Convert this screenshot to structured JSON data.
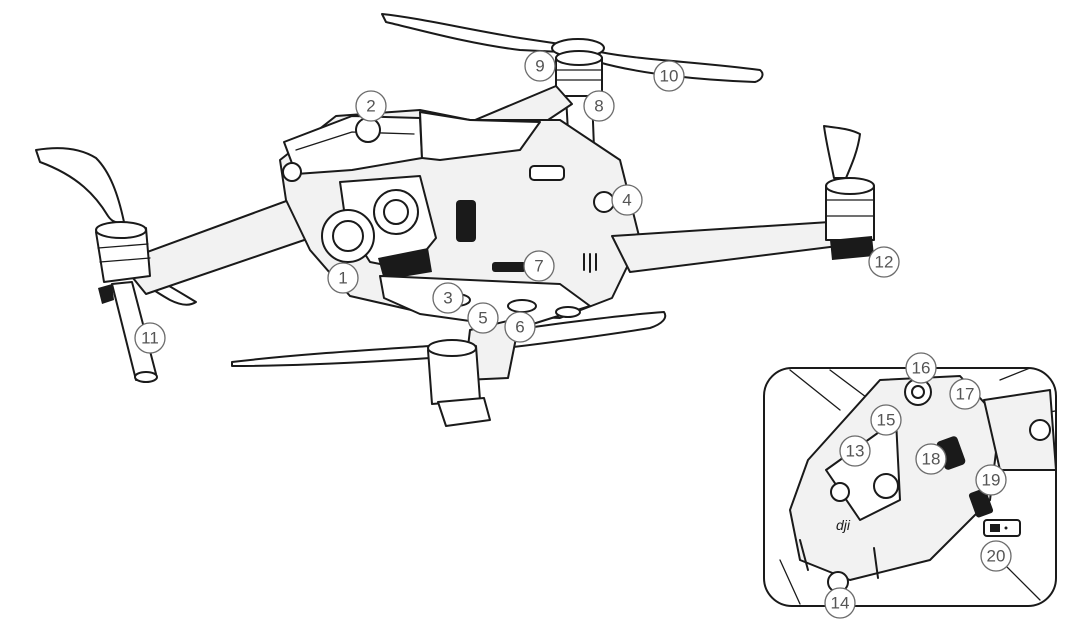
{
  "diagram": {
    "callouts": [
      {
        "id": "1",
        "label": "1"
      },
      {
        "id": "2",
        "label": "2"
      },
      {
        "id": "3",
        "label": "3"
      },
      {
        "id": "4",
        "label": "4"
      },
      {
        "id": "5",
        "label": "5"
      },
      {
        "id": "6",
        "label": "6"
      },
      {
        "id": "7",
        "label": "7"
      },
      {
        "id": "8",
        "label": "8"
      },
      {
        "id": "9",
        "label": "9"
      },
      {
        "id": "10",
        "label": "10"
      },
      {
        "id": "11",
        "label": "11"
      },
      {
        "id": "12",
        "label": "12"
      },
      {
        "id": "13",
        "label": "13"
      },
      {
        "id": "14",
        "label": "14"
      },
      {
        "id": "15",
        "label": "15"
      },
      {
        "id": "16",
        "label": "16"
      },
      {
        "id": "17",
        "label": "17"
      },
      {
        "id": "18",
        "label": "18"
      },
      {
        "id": "19",
        "label": "19"
      },
      {
        "id": "20",
        "label": "20"
      }
    ],
    "logo_text": "dji"
  }
}
